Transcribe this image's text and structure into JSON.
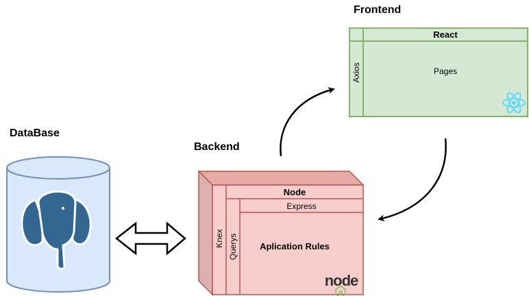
{
  "sections": {
    "frontend": "Frontend",
    "database": "DataBase",
    "backend": "Backend"
  },
  "frontend_box": {
    "header": "React",
    "side": "Axios",
    "body": "Pages",
    "logo_icon": "react-logo-icon"
  },
  "backend_box": {
    "header": "Node",
    "subheader": "Express",
    "side_outer": "Knex",
    "side_inner": "Querys",
    "body": "Aplication Rules",
    "logo_icon": "nodejs-logo-icon",
    "logo_text": "node",
    "logo_badge": "JS"
  },
  "database_box": {
    "logo_icon": "postgresql-elephant-icon"
  },
  "colors": {
    "frontend_fill": "#d5e8d4",
    "frontend_stroke": "#82b366",
    "backend_fill": "#f8cecc",
    "backend_stroke": "#b85450",
    "database_fill": "#dae8fc",
    "database_stroke": "#6c8ebf",
    "elephant": "#336791",
    "react": "#61dafb"
  }
}
